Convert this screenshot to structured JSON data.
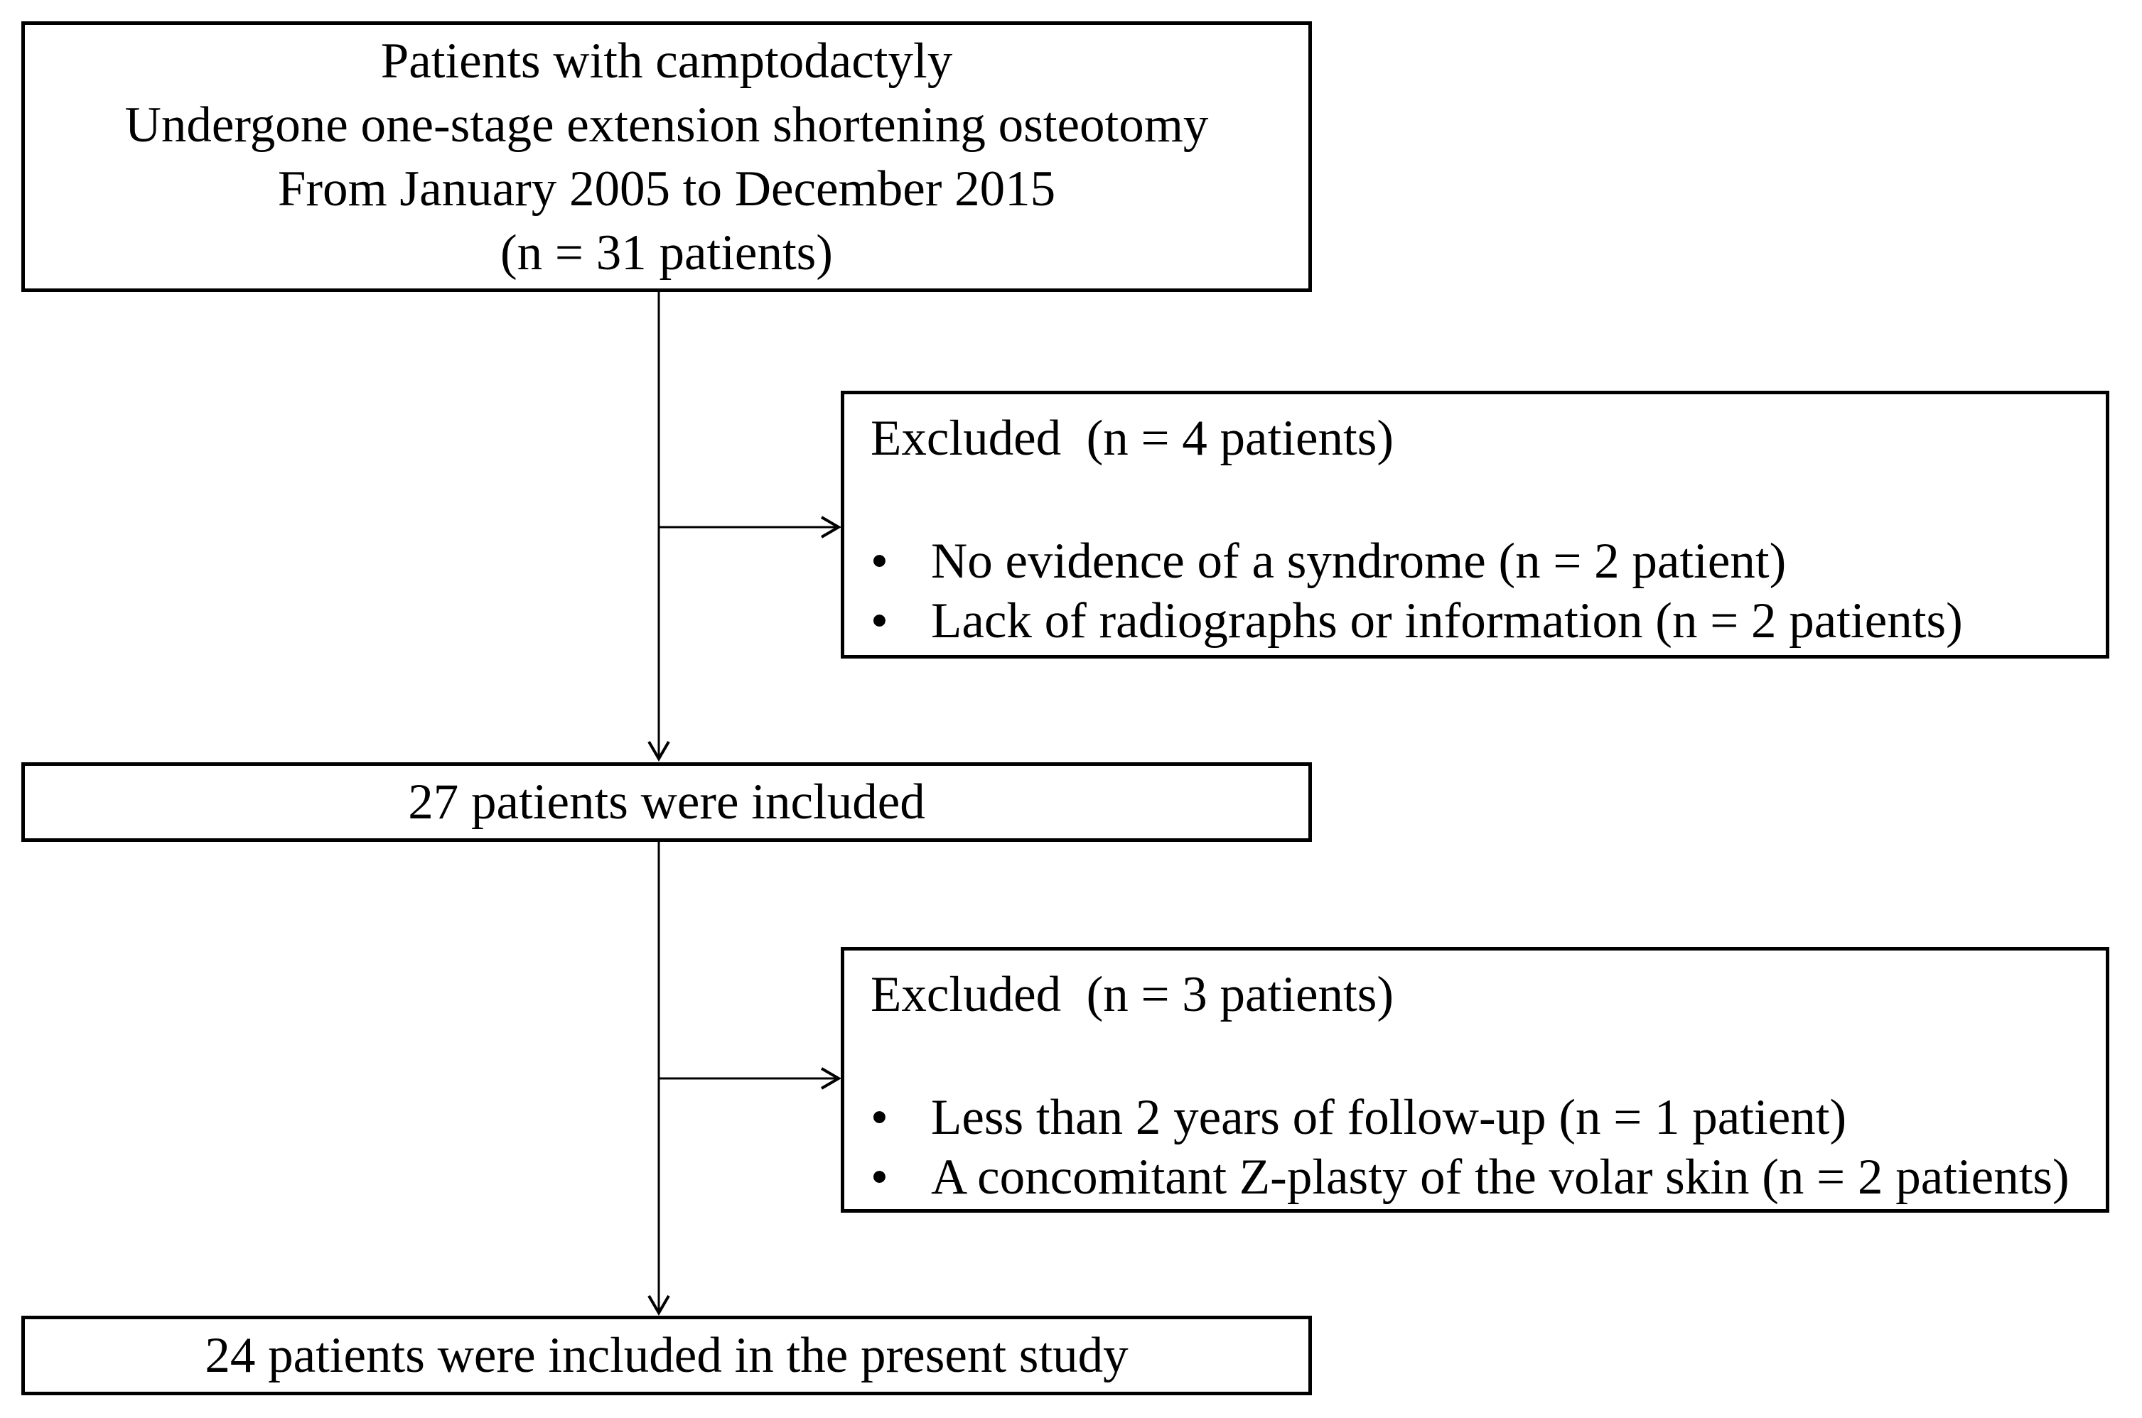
{
  "flowchart": {
    "initial_box": {
      "lines": [
        "Patients with camptodactyly",
        "Undergone one-stage extension shortening osteotomy",
        "From January 2005 to December 2015",
        "(n = 31 patients)"
      ]
    },
    "exclusion_box_1": {
      "title": "Excluded  (n = 4 patients)",
      "bullet_marker": "•",
      "bullets": [
        "No evidence of a syndrome (n = 2 patient)",
        "Lack of radiographs or information (n = 2 patients)"
      ]
    },
    "included_box": {
      "text": "27 patients were included"
    },
    "exclusion_box_2": {
      "title": "Excluded  (n = 3 patients)",
      "bullet_marker": "•",
      "bullets": [
        "Less than 2 years of follow-up (n = 1 patient)",
        "A concomitant Z-plasty of the volar skin (n = 2 patients)"
      ]
    },
    "final_box": {
      "text": "24 patients were included in the present study"
    },
    "colors": {
      "line": "#000000",
      "text": "#000000",
      "background": "#ffffff"
    }
  }
}
